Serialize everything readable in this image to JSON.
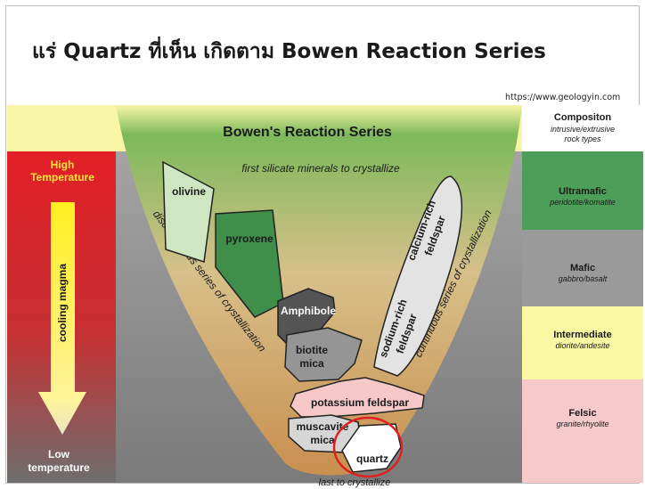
{
  "slide": {
    "title": "แร่ Quartz ที่เห็น เกิดตาม Bowen Reaction Series",
    "source_url": "https://www.geologyin.com"
  },
  "diagram": {
    "header": "Bowen's Reaction Series",
    "temperature": {
      "high": [
        "High",
        "Temperature"
      ],
      "low": [
        "Low",
        "temperature"
      ],
      "arrow_label": "cooling magma"
    },
    "top_note": "first silicate minerals to crystallize",
    "bottom_note": "last to crystallize",
    "discontinuous_label": "discontinuous series of crystallization",
    "continuous_label": "continuous series of crystallization",
    "minerals": {
      "olivine": "olivine",
      "pyroxene": "pyroxene",
      "amphibole": "Amphibole",
      "biotite": [
        "biotite",
        "mica"
      ],
      "calcium_feldspar": [
        "calcium-rich",
        "feldspar"
      ],
      "sodium_feldspar": [
        "sodium-rich",
        "feldspar"
      ],
      "potassium_feldspar": "potassium feldspar",
      "muscovite": [
        "muscavite",
        "mica"
      ],
      "quartz": "quartz"
    },
    "composition": {
      "header": "Compositon",
      "header_sub": [
        "intrusive/extrusive",
        "rock types"
      ],
      "rows": [
        {
          "name": "Ultramafic",
          "sub": "peridotite/komatite",
          "color": "#4c9e58"
        },
        {
          "name": "Mafic",
          "sub": "gabbro/basalt",
          "color": "#9a9a9a"
        },
        {
          "name": "Intermediate",
          "sub": "diorite/andesite",
          "color": "#fbf8a4"
        },
        {
          "name": "Felsic",
          "sub": "granite/rhyolite",
          "color": "#f6caca"
        }
      ]
    },
    "highlight_color": "#e02020"
  }
}
